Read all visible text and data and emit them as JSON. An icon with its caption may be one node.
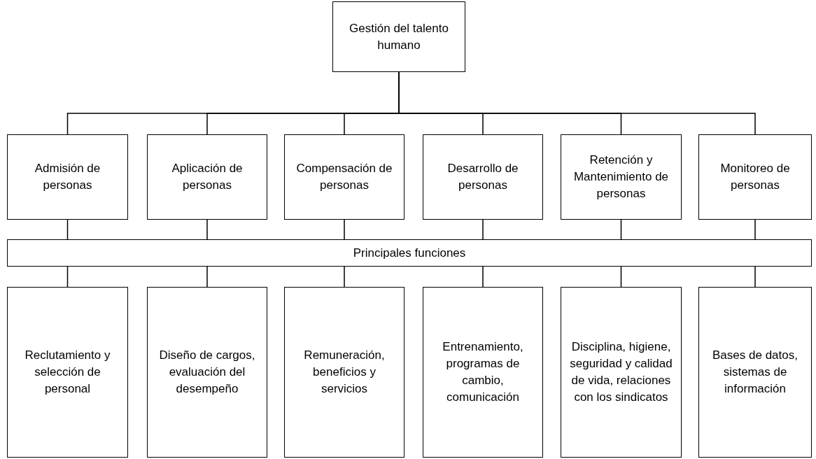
{
  "diagram": {
    "nodes": [
      {
        "text": [
          "Gestión del talento humano"
        ]
      },
      {
        "text": [
          "Admisión de personas"
        ]
      },
      {
        "text": [
          "Aplicación de personas"
        ]
      },
      {
        "text": [
          "Compensación de personas"
        ]
      },
      {
        "text": [
          "Desarrollo de personas"
        ]
      },
      {
        "text": [
          "Retención y Mantenimiento de personas"
        ]
      },
      {
        "text": [
          "Monitoreo de personas"
        ]
      },
      {
        "text": [
          "Principales funciones"
        ]
      },
      {
        "text": [
          "Reclutamiento y selección de personal"
        ]
      },
      {
        "text": [
          "Diseño de cargos, evaluación del desempeño"
        ]
      },
      {
        "text": [
          "Remuneración, beneficios y servicios"
        ]
      },
      {
        "text": [
          "Entrenamiento, programas de cambio, comunicación"
        ]
      },
      {
        "text": [
          "Disciplina, higiene, seguridad y calidad de vida, relaciones con los sindicatos"
        ]
      },
      {
        "text": [
          "Bases de datos, sistemas de información"
        ]
      }
    ],
    "edges": [
      {
        "from": 0,
        "to": 1,
        "arrow": "none"
      },
      {
        "from": 0,
        "to": 2,
        "arrow": "none"
      },
      {
        "from": 0,
        "to": 3,
        "arrow": "none"
      },
      {
        "from": 0,
        "to": 4,
        "arrow": "none"
      },
      {
        "from": 0,
        "to": 5,
        "arrow": "none"
      },
      {
        "from": 0,
        "to": 6,
        "arrow": "none"
      },
      {
        "from": 1,
        "to": 7,
        "arrow": "none"
      },
      {
        "from": 2,
        "to": 7,
        "arrow": "none"
      },
      {
        "from": 3,
        "to": 7,
        "arrow": "none"
      },
      {
        "from": 4,
        "to": 7,
        "arrow": "none"
      },
      {
        "from": 5,
        "to": 7,
        "arrow": "none"
      },
      {
        "from": 6,
        "to": 7,
        "arrow": "none"
      },
      {
        "from": 7,
        "to": 8,
        "arrow": "none"
      },
      {
        "from": 7,
        "to": 9,
        "arrow": "none"
      },
      {
        "from": 7,
        "to": 10,
        "arrow": "none"
      },
      {
        "from": 7,
        "to": 11,
        "arrow": "none"
      },
      {
        "from": 7,
        "to": 12,
        "arrow": "none"
      },
      {
        "from": 7,
        "to": 13,
        "arrow": "none"
      }
    ]
  }
}
